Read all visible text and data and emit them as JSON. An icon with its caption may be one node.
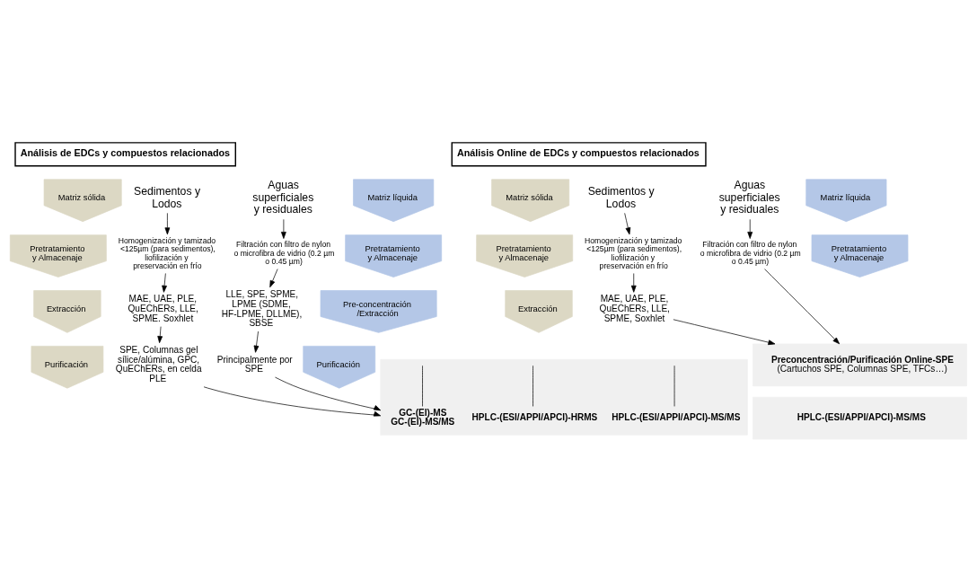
{
  "diagram": {
    "nodes": [
      {
        "text": [
          "Análisis de EDCs y compuestos relacionados"
        ]
      },
      {
        "text": [
          "Matriz sólida"
        ]
      },
      {
        "text": [
          "Pretratamiento y Almacenaje"
        ]
      },
      {
        "text": [
          "Extracción"
        ]
      },
      {
        "text": [
          "Purificación"
        ]
      },
      {
        "text": [
          "Sedimentos y Lodos"
        ]
      },
      {
        "text": [
          "Homogenización y tamizado <125µm (para sedimentos), liofilización y preservación en frío"
        ]
      },
      {
        "text": [
          "MAE, UAE, PLE, QuEChERs, LLE, SPME. Soxhlet"
        ]
      },
      {
        "text": [
          "SPE, Columnas gel sílice/alúmina, GPC, QuEChERs, en celda PLE"
        ]
      },
      {
        "text": [
          "Aguas superficiales y residuales"
        ]
      },
      {
        "text": [
          "Filtración con filtro de nylon o microfibra de vidrio (0.2 µm o 0.45 µm)"
        ]
      },
      {
        "text": [
          "LLE, SPE, SPME, LPME (SDME, HF-LPME, DLLME), SBSE"
        ]
      },
      {
        "text": [
          "Principalmente por SPE"
        ]
      },
      {
        "text": [
          "Matriz líquida"
        ]
      },
      {
        "text": [
          "Pretratamiento y Almacenaje"
        ]
      },
      {
        "text": [
          "Pre-concentración /Extracción"
        ]
      },
      {
        "text": [
          "Purificación"
        ]
      },
      {
        "text": [],
        "shape": "box"
      },
      {
        "text": [
          "GC-(EI)-MS",
          "GC-(EI)-MS/MS"
        ],
        "in": 17
      },
      {
        "text": [
          "HPLC-(ESI/APPI/APCI)-HRMS"
        ],
        "in": 17
      },
      {
        "text": [
          "HPLC-(ESI/APPI/APCI)-MS/MS"
        ],
        "in": 17
      },
      {
        "text": [
          "Análisis Online de EDCs y compuestos relacionados"
        ]
      },
      {
        "text": [
          "Matriz sólida"
        ]
      },
      {
        "text": [
          "Pretratamiento y Almacenaje"
        ]
      },
      {
        "text": [
          "Extracción"
        ]
      },
      {
        "text": [
          "Sedimentos y Lodos"
        ]
      },
      {
        "text": [
          "Homogenización y tamizado <125µm (para sedimentos), liofilización y preservación en frío"
        ]
      },
      {
        "text": [
          "MAE, UAE, PLE, QuEChERs, LLE, SPME, Soxhlet"
        ]
      },
      {
        "text": [
          "Aguas superficiales y residuales"
        ]
      },
      {
        "text": [
          "Filtración con filtro de nylon o microfibra de vidrio (0.2 µm o 0.45 µm)"
        ]
      },
      {
        "text": [
          "Matriz líquida"
        ]
      },
      {
        "text": [
          "Pretratamiento y Almacenaje"
        ]
      },
      {
        "text": [
          "Preconcentración/Purificación Online-SPE",
          "(Cartuchos SPE, Columnas SPE, TFCs…)"
        ]
      },
      {
        "text": [
          "HPLC-(ESI/APPI/APCI)-MS/MS"
        ]
      }
    ],
    "edges": [
      {
        "from": 5,
        "to": 6,
        "arrow": "to"
      },
      {
        "from": 6,
        "to": 7,
        "arrow": "to"
      },
      {
        "from": 7,
        "to": 8,
        "arrow": "to"
      },
      {
        "from": 8,
        "to": 17,
        "arrow": "to"
      },
      {
        "from": 9,
        "to": 10,
        "arrow": "to"
      },
      {
        "from": 10,
        "to": 11,
        "arrow": "to"
      },
      {
        "from": 11,
        "to": 12,
        "arrow": "to"
      },
      {
        "from": 12,
        "to": 17,
        "arrow": "to"
      },
      {
        "from": 17,
        "to": 18,
        "arrow": "none"
      },
      {
        "from": 17,
        "to": 19,
        "arrow": "none"
      },
      {
        "from": 17,
        "to": 20,
        "arrow": "none"
      },
      {
        "from": 25,
        "to": 26,
        "arrow": "to"
      },
      {
        "from": 26,
        "to": 27,
        "arrow": "to"
      },
      {
        "from": 27,
        "to": 32,
        "arrow": "to"
      },
      {
        "from": 28,
        "to": 29,
        "arrow": "to"
      },
      {
        "from": 29,
        "to": 32,
        "arrow": "to"
      }
    ]
  }
}
